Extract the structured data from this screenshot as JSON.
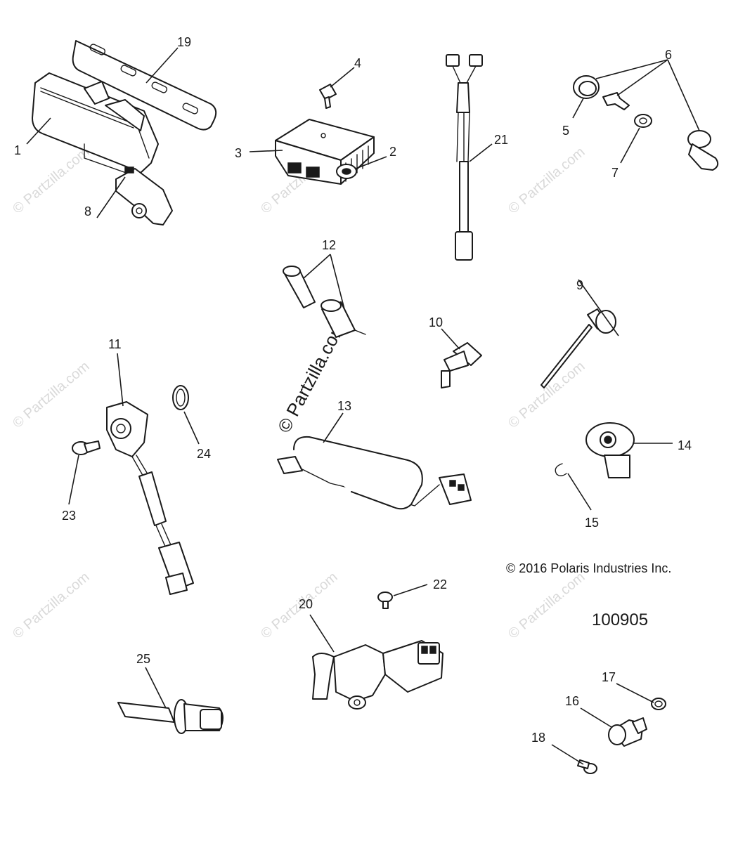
{
  "copyright": "© 2016 Polaris Industries Inc.",
  "diagram_number": "100905",
  "watermark": "© Partzilla.com",
  "callouts": [
    "1",
    "2",
    "3",
    "4",
    "5",
    "6",
    "7",
    "8",
    "9",
    "10",
    "11",
    "12",
    "13",
    "14",
    "15",
    "16",
    "17",
    "18",
    "19",
    "20",
    "21",
    "22",
    "23",
    "24",
    "25"
  ]
}
